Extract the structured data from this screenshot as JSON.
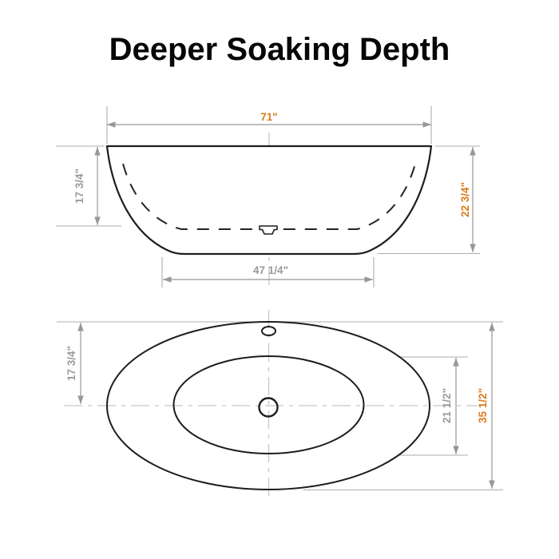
{
  "title": "Deeper Soaking Depth",
  "colors": {
    "accent_orange": "#db7b1c",
    "dimension_gray": "#9a9a9a",
    "line_black": "#1e1e1e",
    "centerline_gray": "#c7c7c7"
  },
  "side_view": {
    "overall_length": "71\"",
    "soaking_depth": "17 3/4\"",
    "overall_height": "22 3/4\"",
    "base_length": "47 1/4\""
  },
  "top_view": {
    "rim_to_center": "17 3/4\"",
    "inner_width": "21 1/2\"",
    "overall_width": "35 1/2\""
  }
}
